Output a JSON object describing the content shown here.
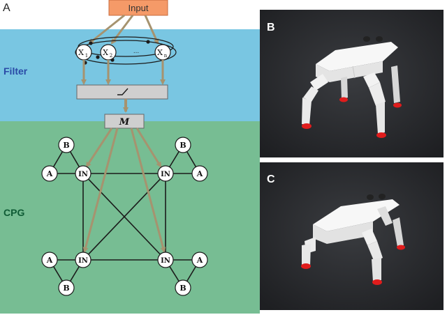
{
  "panel_labels": {
    "a": "A",
    "b": "B",
    "c": "C"
  },
  "input_label": "Input",
  "region_labels": {
    "filter": "Filter",
    "cpg": "CPG"
  },
  "filter_nodes": {
    "x1": {
      "base": "X",
      "sub": "1"
    },
    "x2": {
      "base": "X",
      "sub": "2"
    },
    "dots": "...",
    "xn": {
      "base": "X",
      "sub": "n"
    }
  },
  "matrix_label": "M",
  "cpg_nodes": {
    "in": "IN",
    "a": "A",
    "b": "B"
  },
  "colors": {
    "filter_bg": "#79c6e2",
    "cpg_bg": "#77bd93",
    "input_fill": "#f59a68",
    "input_stroke": "#c76b3d",
    "arrow": "#a6936f",
    "line": "#1b1b1b",
    "filter_label": "#2a4aa6",
    "cpg_label": "#0f5b35",
    "render_bg": "#2b2d30",
    "robot_body": "#f2f2f2",
    "robot_foot": "#e01c1c"
  }
}
